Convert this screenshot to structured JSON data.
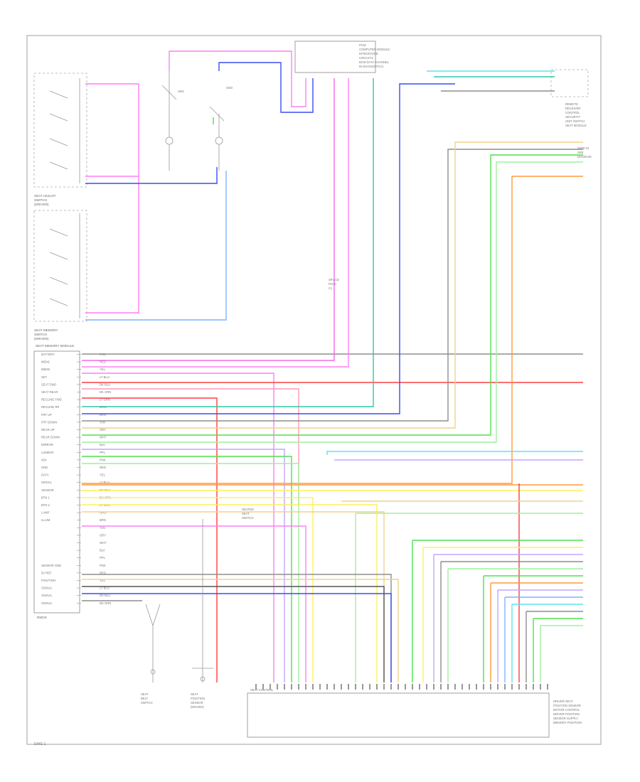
{
  "figure_ref": "DIAG 1",
  "components": {
    "top_module": [
      "PCM",
      "COMPUTER MODULE",
      "INTEGRATED",
      "CIRCUITS",
      "BCM DATA CHANNEL",
      "IN DIAGNOSTICS"
    ],
    "top_right_module": [
      "REMOTE",
      "RECEIVER",
      "CONTROL",
      "SECURITY",
      "UNIT SWITCH",
      "SEAT MODULE"
    ],
    "mid_right_labels": [
      "WIRE ID",
      "SEE",
      "DIAGRAM"
    ],
    "switch_block_1": [
      "SEAT ADJUST",
      "SWITCH",
      "(DRIVER)"
    ],
    "switch_block_2": [
      "SEAT MEMORY",
      "SWITCH",
      "(DRIVER)"
    ],
    "connector_mid": [
      "SPLICE",
      "PACK",
      "C1"
    ],
    "left_module": "SEAT MEMORY MODULE",
    "left_bottom_label": "RMOS",
    "module_bottom": "SEAT CONTROL",
    "bottom_right_text": [
      "DRIVER SEAT",
      "POSITION SENSOR",
      "MOTOR CONTROL",
      "DRIVER POSITION",
      "SENSOR SUPPLY",
      "MEMORY POSITION"
    ],
    "sensor_left": [
      "SEAT",
      "BELT",
      "SWITCH"
    ],
    "sensor_right": [
      "SEAT",
      "POSITION",
      "SENSOR",
      "(DRIVER)"
    ],
    "lamp_labels": [
      "SW1",
      "SW2"
    ],
    "mid_note": [
      "HEATED",
      "SEAT",
      "SWITCH"
    ]
  },
  "pin_labels_left": [
    "BATTERY",
    "MEM1",
    "MEM2",
    "SET",
    "SEAT FWD",
    "SEAT REAR",
    "RECLINE FWD",
    "RECLINE RR",
    "FRT UP",
    "FRT DOWN",
    "REAR UP",
    "REAR DOWN",
    "MIRROR",
    "LUMBAR",
    "IGN",
    "GND",
    "DATA",
    "SERIAL",
    "SENSOR",
    "BTN 1",
    "BTN 2",
    "LAMP",
    "ILLUM",
    "",
    "",
    "",
    "",
    "",
    "SENSOR GND",
    "5V REF",
    "POSITION",
    "SIGNAL",
    "SIGNAL",
    "SIGNAL"
  ],
  "wire_colors": [
    "PNK",
    "RED",
    "YEL",
    "LT BLU",
    "DK BLU",
    "DK GRN",
    "LT GRN",
    "ORG",
    "BRN",
    "TAN",
    "GRY",
    "WHT",
    "BLK",
    "PPL"
  ],
  "colors": {
    "pink": "#ff7ff5",
    "magenta": "#f06be6",
    "red": "#ff3f3f",
    "blue": "#3a4ef0",
    "lightblue": "#7fb3ff",
    "teal": "#2fc7a9",
    "green": "#4ee04e",
    "lightgreen": "#9ff09f",
    "yellow": "#ffef5a",
    "tan": "#f0d28a",
    "orange": "#ff9a3c",
    "cyan": "#5fe2f0",
    "grey": "#8e8e8e",
    "darkgrey": "#555555",
    "lavender": "#c0a6ff",
    "rose": "#ff9ab2"
  }
}
